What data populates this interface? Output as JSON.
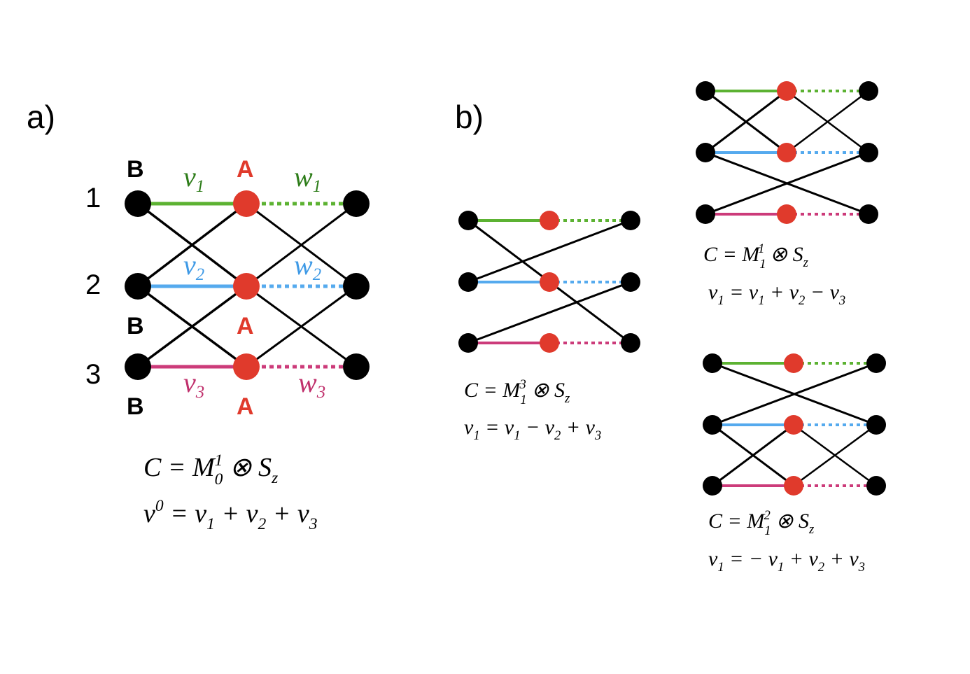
{
  "colors": {
    "green": "#5cb232",
    "blue": "#55aaee",
    "magenta": "#cc3b7a",
    "node_black": "#000000",
    "node_red": "#e03a2c",
    "hop_green_text": "#2e7d1a",
    "hop_blue_text": "#3f9ae6",
    "hop_magenta_text": "#c0306c"
  },
  "panel_a": {
    "label": "a)",
    "row_labels": [
      "1",
      "2",
      "3"
    ],
    "sublattice_b": "B",
    "sublattice_a": "A",
    "hop_labels": {
      "v1": "v1",
      "w1": "w1",
      "v2": "v2",
      "w2": "w2",
      "v3": "v3",
      "w3": "w3"
    },
    "formula_line1": "C = M01 ⊗ Sz",
    "formula_line2": "ν0 = ν1 + ν2 + ν3"
  },
  "panel_b": {
    "label": "b)",
    "diagrams": [
      {
        "formula_line1": "C = M13 ⊗ Sz",
        "formula_line2": "ν1 = ν1 − ν2 + ν3"
      },
      {
        "formula_line1": "C = M11 ⊗ Sz",
        "formula_line2": "ν1 = ν1 + ν2 − ν3"
      },
      {
        "formula_line1": "C = M12 ⊗ Sz",
        "formula_line2": "ν1 = − ν1 + ν2 + ν3"
      }
    ]
  }
}
